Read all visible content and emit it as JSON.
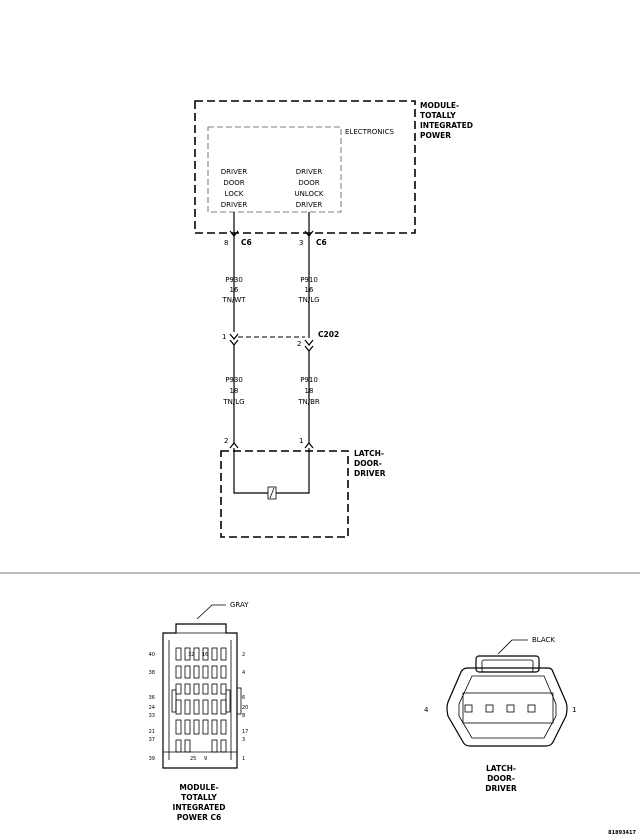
{
  "module": {
    "title_lines": [
      "MODULE-",
      "TOTALLY",
      "INTEGRATED",
      "POWER"
    ],
    "electronics_label": "ELECTRONICS",
    "driver_lock_lines": [
      "DRIVER",
      "DOOR",
      "LOCK",
      "DRIVER"
    ],
    "driver_unlock_lines": [
      "DRIVER",
      "DOOR",
      "UNLOCK",
      "DRIVER"
    ]
  },
  "wires": {
    "left": {
      "module_pin": "8",
      "module_conn": "C6",
      "upper": [
        "P930",
        "16",
        "TN/WT"
      ],
      "c202_pin": "1",
      "lower": [
        "P930",
        "18",
        "TN/LG"
      ],
      "latch_pin": "2"
    },
    "right": {
      "module_pin": "3",
      "module_conn": "C6",
      "upper": [
        "P910",
        "16",
        "TN/LG"
      ],
      "c202_pin": "2",
      "lower": [
        "P910",
        "18",
        "TN/BR"
      ],
      "latch_pin": "1"
    },
    "inline_connector": "C202"
  },
  "latch": {
    "title_lines": [
      "LATCH-",
      "DOOR-",
      "DRIVER"
    ]
  },
  "connector_c6": {
    "color": "GRAY",
    "left_pins": [
      "40",
      "38",
      "36",
      "24",
      "33",
      "21",
      "37",
      "39"
    ],
    "right_pins": [
      "2",
      "4",
      "6",
      "20",
      "8",
      "17",
      "3",
      "1"
    ],
    "top_pins": [
      "32",
      "16"
    ],
    "bottom_pins": [
      "25",
      "9"
    ],
    "caption_lines": [
      "MODULE-",
      "TOTALLY",
      "INTEGRATED",
      "POWER C6"
    ]
  },
  "connector_latch": {
    "color": "BLACK",
    "left_pin": "4",
    "right_pin": "1",
    "caption_lines": [
      "LATCH-",
      "DOOR-",
      "DRIVER"
    ]
  },
  "figure_id": "81893417"
}
